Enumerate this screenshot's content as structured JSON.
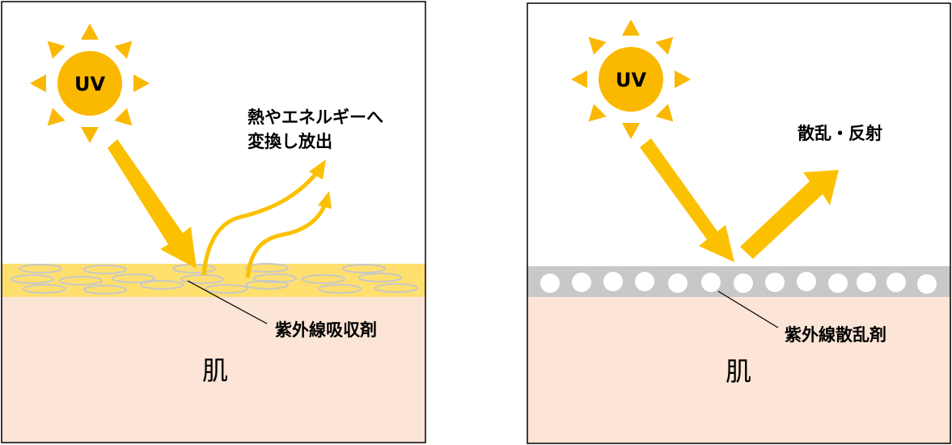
{
  "colors": {
    "sun": "#FBB800",
    "arrow": "#FBC100",
    "absorber_layer": "#FFDF6E",
    "particle_outline": "#C8C8C8",
    "scatter_layer": "#C8C8C8",
    "skin": "#FCE4D6",
    "border": "#000000"
  },
  "left_panel": {
    "sun_label": "UV",
    "emit_label_line1": "熱やエネルギーへ",
    "emit_label_line2": "変換し放出",
    "agent_label": "紫外線吸収剤",
    "skin_label": "肌"
  },
  "right_panel": {
    "sun_label": "UV",
    "reflect_label": "散乱・反射",
    "agent_label": "紫外線散乱剤",
    "skin_label": "肌"
  }
}
